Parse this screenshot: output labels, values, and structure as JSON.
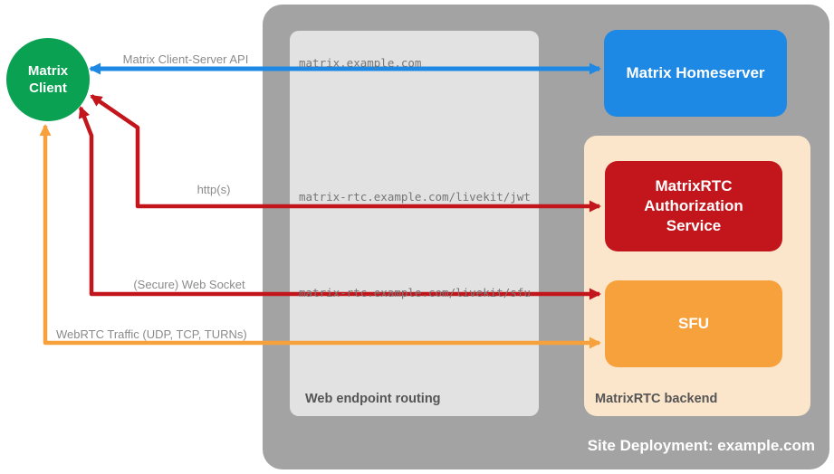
{
  "site": {
    "label": "Site Deployment: example.com"
  },
  "client": {
    "label": "Matrix Client"
  },
  "homeserver": {
    "label": "Matrix Homeserver"
  },
  "auth_service": {
    "label": "MatrixRTC Authorization Service"
  },
  "sfu": {
    "label": "SFU"
  },
  "routing": {
    "label": "Web endpoint routing",
    "endpoints": [
      "matrix.example.com",
      "matrix-rtc.example.com/livekit/jwt",
      "matrix-rtc.example.com/livekit/sfu"
    ]
  },
  "backend": {
    "label": "MatrixRTC backend"
  },
  "arrows": [
    {
      "name": "matrix-client-server-api",
      "label": "Matrix Client-Server API",
      "color": "#1e88e5",
      "direction": "bidirectional",
      "from": "Matrix Client",
      "to": "Matrix Homeserver"
    },
    {
      "name": "https",
      "label": "http(s)",
      "color": "#c3161c",
      "direction": "bidirectional",
      "from": "Matrix Client",
      "to": "MatrixRTC Authorization Service"
    },
    {
      "name": "secure-web-socket",
      "label": "(Secure) Web Socket",
      "color": "#c3161c",
      "direction": "bidirectional",
      "from": "Matrix Client",
      "to": "SFU"
    },
    {
      "name": "webrtc-traffic",
      "label": "WebRTC Traffic (UDP, TCP, TURNs)",
      "color": "#f7a13c",
      "direction": "bidirectional",
      "from": "Matrix Client",
      "to": "SFU"
    }
  ],
  "colors": {
    "site_bg": "#a3a3a3",
    "routing_bg": "#e2e2e2",
    "backend_bg": "#fbe6cb",
    "homeserver_bg": "#1e88e5",
    "auth_bg": "#c3161c",
    "sfu_bg": "#f7a13c",
    "client_bg": "#0aa152",
    "label_gray": "#8b8b8b",
    "endpoint_gray": "#767676"
  }
}
